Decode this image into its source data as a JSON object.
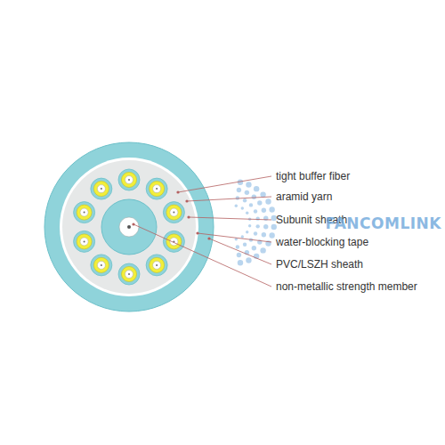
{
  "diagram": {
    "labels": [
      "tight buffer fiber",
      "aramid yarn",
      "Subunit sheath",
      "water-blocking tape",
      "PVC/LSZH sheath",
      "non-metallic strength member",
      "FANCOMLINK"
    ]
  }
}
